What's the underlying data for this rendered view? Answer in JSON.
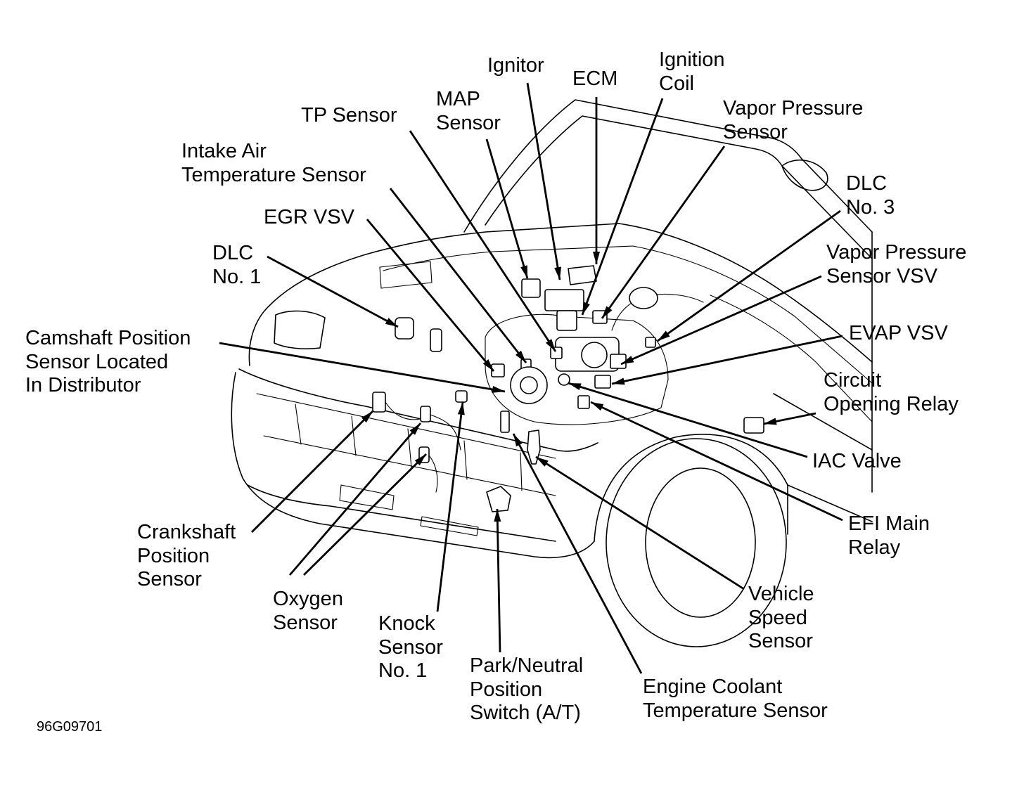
{
  "diagram": {
    "labels": {
      "ignitor": "Ignitor",
      "ecm": "ECM",
      "ignition_coil": "Ignition\nCoil",
      "map_sensor": "MAP\nSensor",
      "tp_sensor": "TP Sensor",
      "vapor_pressure_sensor": "Vapor Pressure\nSensor",
      "intake_air_temperature_sensor": "Intake Air\nTemperature Sensor",
      "dlc_no3": "DLC\nNo. 3",
      "egr_vsv": "EGR VSV",
      "dlc_no1": "DLC\nNo. 1",
      "vapor_pressure_sensor_vsv": "Vapor Pressure\nSensor VSV",
      "camshaft_position_sensor": "Camshaft Position\nSensor Located\nIn Distributor",
      "evap_vsv": "EVAP VSV",
      "circuit_opening_relay": "Circuit\nOpening Relay",
      "iac_valve": "IAC Valve",
      "efi_main_relay": "EFI Main\nRelay",
      "crankshaft_position_sensor": "Crankshaft\nPosition\nSensor",
      "oxygen_sensor": "Oxygen\nSensor",
      "vehicle_speed_sensor": "Vehicle\nSpeed\nSensor",
      "knock_sensor_no1": "Knock\nSensor\nNo. 1",
      "park_neutral_position_switch": "Park/Neutral\nPosition\nSwitch (A/T)",
      "engine_coolant_temperature_sensor": "Engine Coolant\nTemperature Sensor"
    },
    "figure_number": "96G09701"
  }
}
